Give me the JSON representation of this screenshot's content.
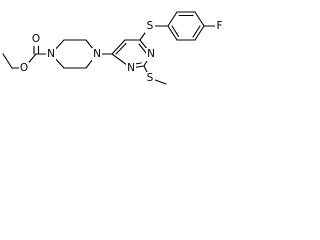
{
  "structure": {
    "atoms": {
      "o_carbonyl": "O",
      "o_ester": "O",
      "n_piperazine_left": "N",
      "n_piperazine_right": "N",
      "n_pyrimidine_upper": "N",
      "n_pyrimidine_lower": "N",
      "s_arylthio": "S",
      "s_methylthio": "S",
      "f_fluoro": "F"
    }
  }
}
